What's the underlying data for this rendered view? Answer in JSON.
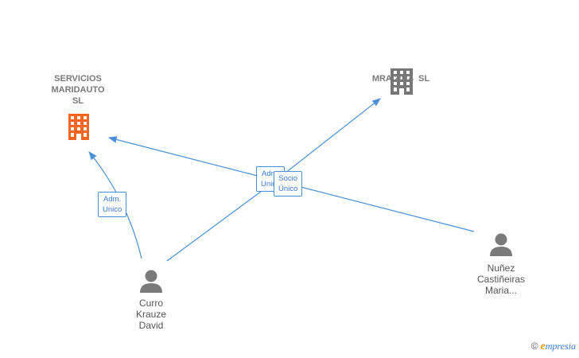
{
  "colors": {
    "edge": "#4a90d9",
    "company_main": "#f26522",
    "company_other": "#777777",
    "person": "#7a7a7a"
  },
  "nodes": {
    "servicios": {
      "name_lines": [
        "SERVICIOS",
        "MARIDAUTO",
        "SL"
      ],
      "icon": "building-icon"
    },
    "mra": {
      "name_lines": [
        "MRA 2014  SL"
      ],
      "icon": "building-icon"
    },
    "curro": {
      "name_lines": [
        "Curro",
        "Krauze",
        "David"
      ],
      "icon": "person-icon"
    },
    "nunez": {
      "name_lines": [
        "Nuñez",
        "Castiñeiras",
        "Maria..."
      ],
      "icon": "person-icon"
    }
  },
  "edges": {
    "curro_servicios": {
      "lines": [
        "Adm.",
        "Unico"
      ]
    },
    "nunez_servicios": {
      "lines": [
        "Adm.",
        "Unico"
      ]
    },
    "curro_mra": {
      "lines": [
        "Socio",
        "Único"
      ]
    }
  },
  "brand": {
    "copyright": "©",
    "initial": "e",
    "rest": "mpresia"
  }
}
